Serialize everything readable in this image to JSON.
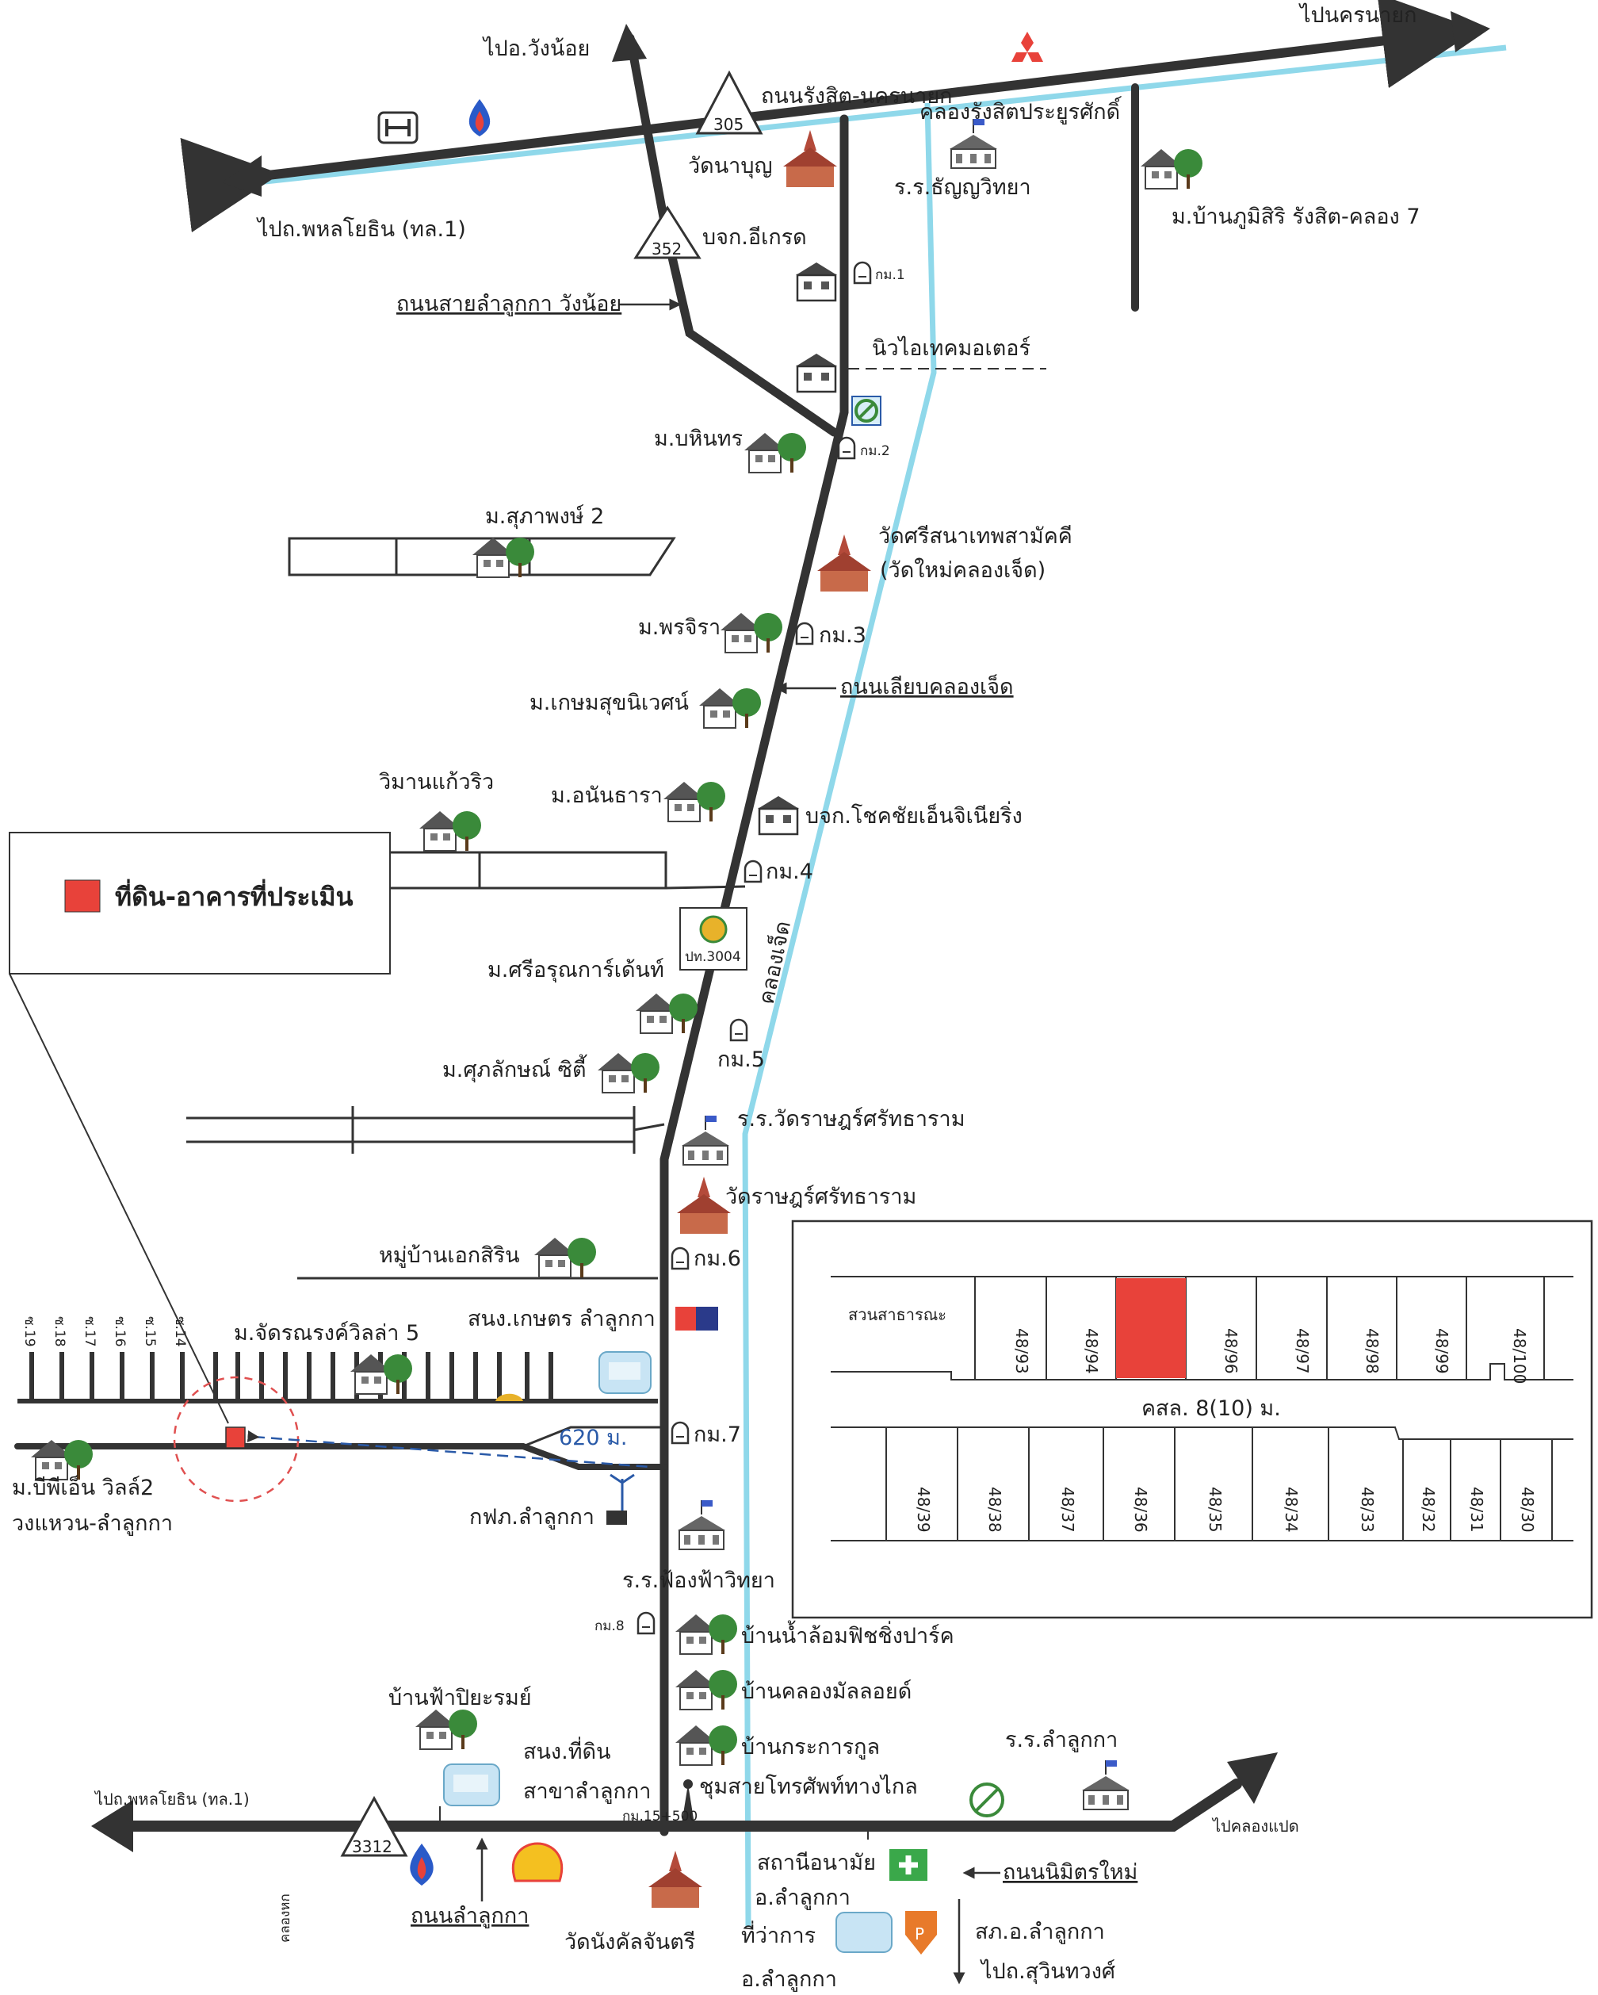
{
  "labels": {
    "to_nakhon_nayok": "ไปนครนายก",
    "to_wang_noi": "ไปอ.วังน้อย",
    "road_rangsit_nakhon_nayok": "ถนนรังสิต-นครนายก",
    "route_305": "305",
    "khlong_rangsit": "คลองรังสิตประยูรศักดิ์",
    "wat_na_bun": "วัดนาบุญ",
    "school_tanyawittaya": "ร.ร.ธัญญวิทยา",
    "to_phahonyothin_top": "ไปถ.พหลโยธิน (ทล.1)",
    "route_352": "352",
    "company_egrade": "บจก.อีเกรด",
    "village_phumsiri": "ม.บ้านภูมิสิริ รังสิต-คลอง 7",
    "km1": "กม.1",
    "road_lam_luk_ka_wang_noi": "ถนนสายลำลูกกา วังน้อย",
    "new_itech_motor": "นิวไอเทคมอเตอร์",
    "village_baninthorn": "ม.บหินทร",
    "km2": "กม.2",
    "village_suphapong2": "ม.สุภาพงษ์ 2",
    "wat_sri_sanapet": "วัดศรีสนาเทพสามัคคี",
    "wat_mai_klong_jet": "(วัดใหม่คลองเจ็ด)",
    "village_pornjira": "ม.พรจิรา",
    "km3": "กม.3",
    "road_liap_klong_jet": "ถนนเลียบคลองเจ็ด",
    "village_kasem": "ม.เกษมสุขนิเวศน์",
    "wiman_kaew": "วิมานแก้วริว",
    "village_anantara": "ม.อนันธารา",
    "company_chotchai": "บจก.โชคชัยเอ็นจิเนียริ่ง",
    "km4": "กม.4",
    "legend_text": "ที่ดิน-อาคารที่ประเมิน",
    "ptt_3004": "ปท.3004",
    "khlong_jet": "คลองเจ็ด",
    "village_srirunkarden": "ม.ศรีอรุณการ์เด้นท์",
    "km5": "กม.5",
    "village_suphalak": "ม.ศุภลักษณ์ ซิตี้",
    "school_wat_rat": "ร.ร.วัดราษฎร์ศรัทธาราม",
    "wat_rat": "วัดราษฎร์ศรัทธาราม",
    "village_ekasirin": "หมู่บ้านเอกสิริน",
    "km6": "กม.6",
    "village_chatchai": "ม.จัดรณรงค์วิลล่า 5",
    "soi_19": "ซ.19",
    "soi_18": "ซ.18",
    "soi_17": "ซ.17",
    "soi_16": "ซ.16",
    "soi_15": "ซ.15",
    "soi_14": "ซ.14",
    "agri_office": "สนง.เกษตร ลำลูกกา",
    "distance": "620 ม.",
    "km7": "กม.7",
    "village_bpn": "ม.บีพีเอ็น วิลล์2",
    "ring_road": "วงแหวน-ลำลูกกา",
    "pea_lamlukka": "กฟภ.ลำลูกกา",
    "school_fongfa": "ร.ร.ฟ้องฟ้าวิทยา",
    "km8": "กม.8",
    "ban_namlom": "บ้านน้ำล้อมฟิชชิ่งปาร์ค",
    "ban_klongmanlot": "บ้านคลองมัลลอยด์",
    "ban_krakan": "บ้านกระการกูล",
    "ban_fapiyarom": "บ้านฟ้าปิยะรมย์",
    "land_office1": "สนง.ที่ดิน",
    "land_office2": "สาขาลำลูกกา",
    "school_lamlukka": "ร.ร.ลำลูกกา",
    "telephone_exchange": "ชุมสายโทรศัพท์ทางไกล",
    "to_phahonyothin_bottom": "ไปถ.พหลโยธิน (ทล.1)",
    "route_3312": "3312",
    "to_klong_paet": "ไปคลองแปด",
    "km_bottom": "กม.15+500",
    "health_station": "สถานีอนามัย",
    "amphoe_lamlukka": "อ.ลำลูกกา",
    "road_nimit_mai": "ถนนนิมิตรใหม่",
    "road_lamlukka": "ถนนลำลูกกา",
    "wat_nangsan": "วัดนังคัลจันตรี",
    "district_office": "ที่ว่าการ",
    "district_office2": "อ.ลำลูกกา",
    "police": "สภ.อ.ลำลูกกา",
    "to_suwinthawong": "ไปถ.สุวินทวงศ์",
    "khlong_hok": "คลองหก"
  },
  "plot": {
    "public_lot": "สวนสาธารณะ",
    "row1": [
      "48/93",
      "48/94",
      "",
      "48/96",
      "48/97",
      "48/98",
      "48/99",
      "48/100"
    ],
    "road_label": "คสล. 8(10) ม.",
    "row2": [
      "48/39",
      "48/38",
      "48/37",
      "48/36",
      "48/35",
      "48/34",
      "48/33",
      "48/32",
      "48/31",
      "48/30"
    ]
  },
  "colors": {
    "road": "#333333",
    "canal": "#8fd8ea",
    "subject": "#e8423a",
    "tree": "#3a8a3a",
    "roof": "#8a5a3a"
  }
}
